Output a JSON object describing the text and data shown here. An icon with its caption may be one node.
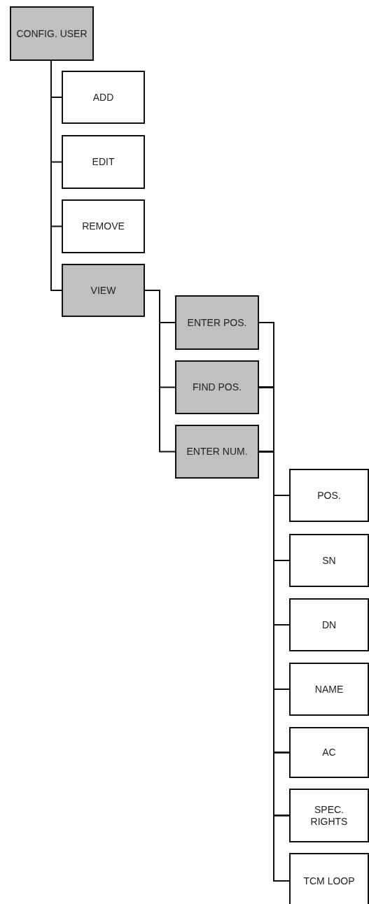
{
  "diagram": {
    "nodes": [
      {
        "text": [
          "CONFIG. USER"
        ]
      },
      {
        "text": [
          "ADD"
        ]
      },
      {
        "text": [
          "EDIT"
        ]
      },
      {
        "text": [
          "REMOVE"
        ]
      },
      {
        "text": [
          "VIEW"
        ]
      },
      {
        "text": [
          "ENTER POS."
        ]
      },
      {
        "text": [
          "FIND POS."
        ]
      },
      {
        "text": [
          "ENTER NUM."
        ]
      },
      {
        "text": [
          "POS."
        ]
      },
      {
        "text": [
          "SN"
        ]
      },
      {
        "text": [
          "DN"
        ]
      },
      {
        "text": [
          "NAME"
        ]
      },
      {
        "text": [
          "AC"
        ]
      },
      {
        "text": [
          "SPEC. RIGHTS"
        ]
      },
      {
        "text": [
          "TCM LOOP"
        ]
      }
    ],
    "edges": [
      {
        "from": 0,
        "to": 1,
        "arrow": "none"
      },
      {
        "from": 0,
        "to": 2,
        "arrow": "none"
      },
      {
        "from": 0,
        "to": 3,
        "arrow": "none"
      },
      {
        "from": 0,
        "to": 4,
        "arrow": "none"
      },
      {
        "from": 4,
        "to": 5,
        "arrow": "none"
      },
      {
        "from": 4,
        "to": 6,
        "arrow": "none"
      },
      {
        "from": 4,
        "to": 7,
        "arrow": "none"
      },
      {
        "from": 5,
        "to": 8,
        "arrow": "none"
      },
      {
        "from": 5,
        "to": 9,
        "arrow": "none"
      },
      {
        "from": 5,
        "to": 10,
        "arrow": "none"
      },
      {
        "from": 5,
        "to": 11,
        "arrow": "none"
      },
      {
        "from": 5,
        "to": 12,
        "arrow": "none"
      },
      {
        "from": 5,
        "to": 13,
        "arrow": "none"
      },
      {
        "from": 5,
        "to": 14,
        "arrow": "none"
      },
      {
        "from": 6,
        "to": 8,
        "arrow": "none"
      },
      {
        "from": 6,
        "to": 9,
        "arrow": "none"
      },
      {
        "from": 6,
        "to": 10,
        "arrow": "none"
      },
      {
        "from": 6,
        "to": 11,
        "arrow": "none"
      },
      {
        "from": 6,
        "to": 12,
        "arrow": "none"
      },
      {
        "from": 6,
        "to": 13,
        "arrow": "none"
      },
      {
        "from": 6,
        "to": 14,
        "arrow": "none"
      },
      {
        "from": 7,
        "to": 8,
        "arrow": "none"
      },
      {
        "from": 7,
        "to": 9,
        "arrow": "none"
      },
      {
        "from": 7,
        "to": 10,
        "arrow": "none"
      },
      {
        "from": 7,
        "to": 11,
        "arrow": "none"
      },
      {
        "from": 7,
        "to": 12,
        "arrow": "none"
      },
      {
        "from": 7,
        "to": 13,
        "arrow": "none"
      },
      {
        "from": 7,
        "to": 14,
        "arrow": "none"
      }
    ]
  }
}
